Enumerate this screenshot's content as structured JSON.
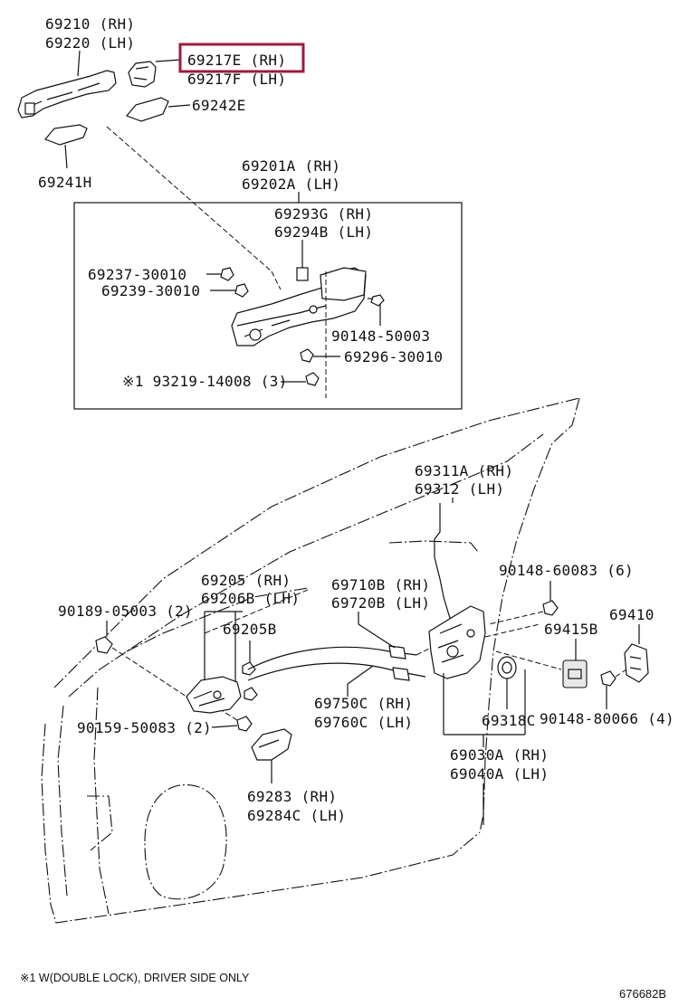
{
  "labels": {
    "l69210": "69210 (RH)",
    "l69220": "69220 (LH)",
    "l69217e": "69217E (RH)",
    "l69217f": "69217F (LH)",
    "l69242e": "69242E",
    "l69241h": "69241H",
    "l69201a": "69201A (RH)",
    "l69202a": "69202A (LH)",
    "l69293g": "69293G (RH)",
    "l69294b": "69294B (LH)",
    "l69237": "69237-30010",
    "l69239": "69239-30010",
    "l90148_50003": "90148-50003",
    "l69296": "69296-30010",
    "l93219": "※1 93219-14008 (3)",
    "l69311a": "69311A (RH)",
    "l69312": "69312 (LH)",
    "l90148_60083": "90148-60083 (6)",
    "l69205_rh": "69205 (RH)",
    "l69206b": "69206B (LH)",
    "l69710b": "69710B (RH)",
    "l69720b": "69720B (LH)",
    "l69410": "69410",
    "l90189": "90189-05003 (2)",
    "l69205b": "69205B",
    "l69415b": "69415B",
    "l69750c": "69750C (RH)",
    "l69760c": "69760C (LH)",
    "l69318c": "69318C",
    "l90148_80066": "90148-80066 (4)",
    "l90159": "90159-50083 (2)",
    "l69030a": "69030A (RH)",
    "l69040a": "69040A (LH)",
    "l69283": "69283 (RH)",
    "l69284c": "69284C (LH)"
  },
  "footnote": "※1 W(DOUBLE LOCK), DRIVER SIDE ONLY",
  "reference_code": "676682B",
  "highlight_color": "#9b1b3f",
  "highlighted_part": "69217E (RH)"
}
